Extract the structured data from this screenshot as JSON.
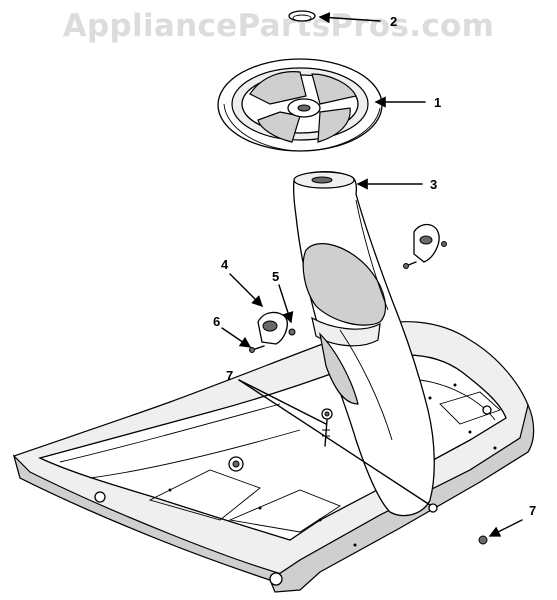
{
  "watermark": "AppliancePartsPros.com",
  "callouts": [
    {
      "id": "c2",
      "label": "2"
    },
    {
      "id": "c1",
      "label": "1"
    },
    {
      "id": "c3",
      "label": "3"
    },
    {
      "id": "c4",
      "label": "4"
    },
    {
      "id": "c5",
      "label": "5"
    },
    {
      "id": "c6",
      "label": "6"
    },
    {
      "id": "c7a",
      "label": "7"
    },
    {
      "id": "c7b",
      "label": "7"
    }
  ]
}
